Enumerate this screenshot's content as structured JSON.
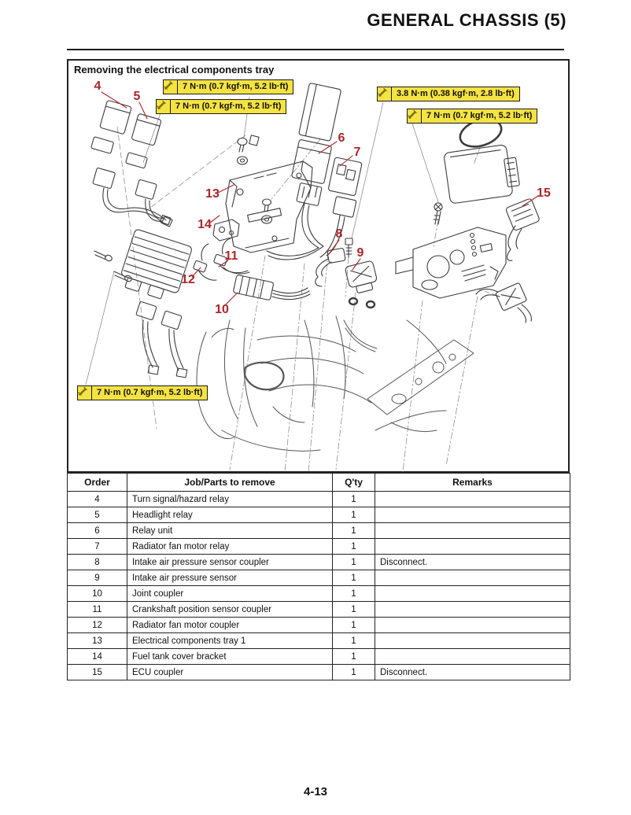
{
  "page": {
    "header_title": "GENERAL CHASSIS (5)",
    "page_number": "4-13"
  },
  "diagram": {
    "title": "Removing the electrical components tray",
    "torque_notes": [
      "7 N·m (0.7 kgf·m, 5.2 lb·ft)",
      "7 N·m (0.7 kgf·m, 5.2 lb·ft)",
      "3.8 N·m (0.38 kgf·m, 2.8 lb·ft)",
      "7 N·m (0.7 kgf·m, 5.2 lb·ft)",
      "7 N·m (0.7 kgf·m, 5.2 lb·ft)"
    ],
    "callouts": [
      "4",
      "5",
      "6",
      "7",
      "8",
      "9",
      "10",
      "11",
      "12",
      "13",
      "14",
      "15"
    ],
    "colors": {
      "torque_bg": "#f5e342",
      "callout_red": "#a8272c"
    }
  },
  "table": {
    "headers": [
      "Order",
      "Job/Parts to remove",
      "Q'ty",
      "Remarks"
    ],
    "rows": [
      {
        "order": "4",
        "job": "Turn signal/hazard relay",
        "qty": "1",
        "remarks": ""
      },
      {
        "order": "5",
        "job": "Headlight relay",
        "qty": "1",
        "remarks": ""
      },
      {
        "order": "6",
        "job": "Relay unit",
        "qty": "1",
        "remarks": ""
      },
      {
        "order": "7",
        "job": "Radiator fan motor relay",
        "qty": "1",
        "remarks": ""
      },
      {
        "order": "8",
        "job": "Intake air pressure sensor coupler",
        "qty": "1",
        "remarks": "Disconnect."
      },
      {
        "order": "9",
        "job": "Intake air pressure sensor",
        "qty": "1",
        "remarks": ""
      },
      {
        "order": "10",
        "job": "Joint coupler",
        "qty": "1",
        "remarks": ""
      },
      {
        "order": "11",
        "job": "Crankshaft position sensor coupler",
        "qty": "1",
        "remarks": ""
      },
      {
        "order": "12",
        "job": "Radiator fan motor coupler",
        "qty": "1",
        "remarks": ""
      },
      {
        "order": "13",
        "job": "Electrical components tray 1",
        "qty": "1",
        "remarks": ""
      },
      {
        "order": "14",
        "job": "Fuel tank cover bracket",
        "qty": "1",
        "remarks": ""
      },
      {
        "order": "15",
        "job": "ECU coupler",
        "qty": "1",
        "remarks": "Disconnect."
      }
    ]
  }
}
